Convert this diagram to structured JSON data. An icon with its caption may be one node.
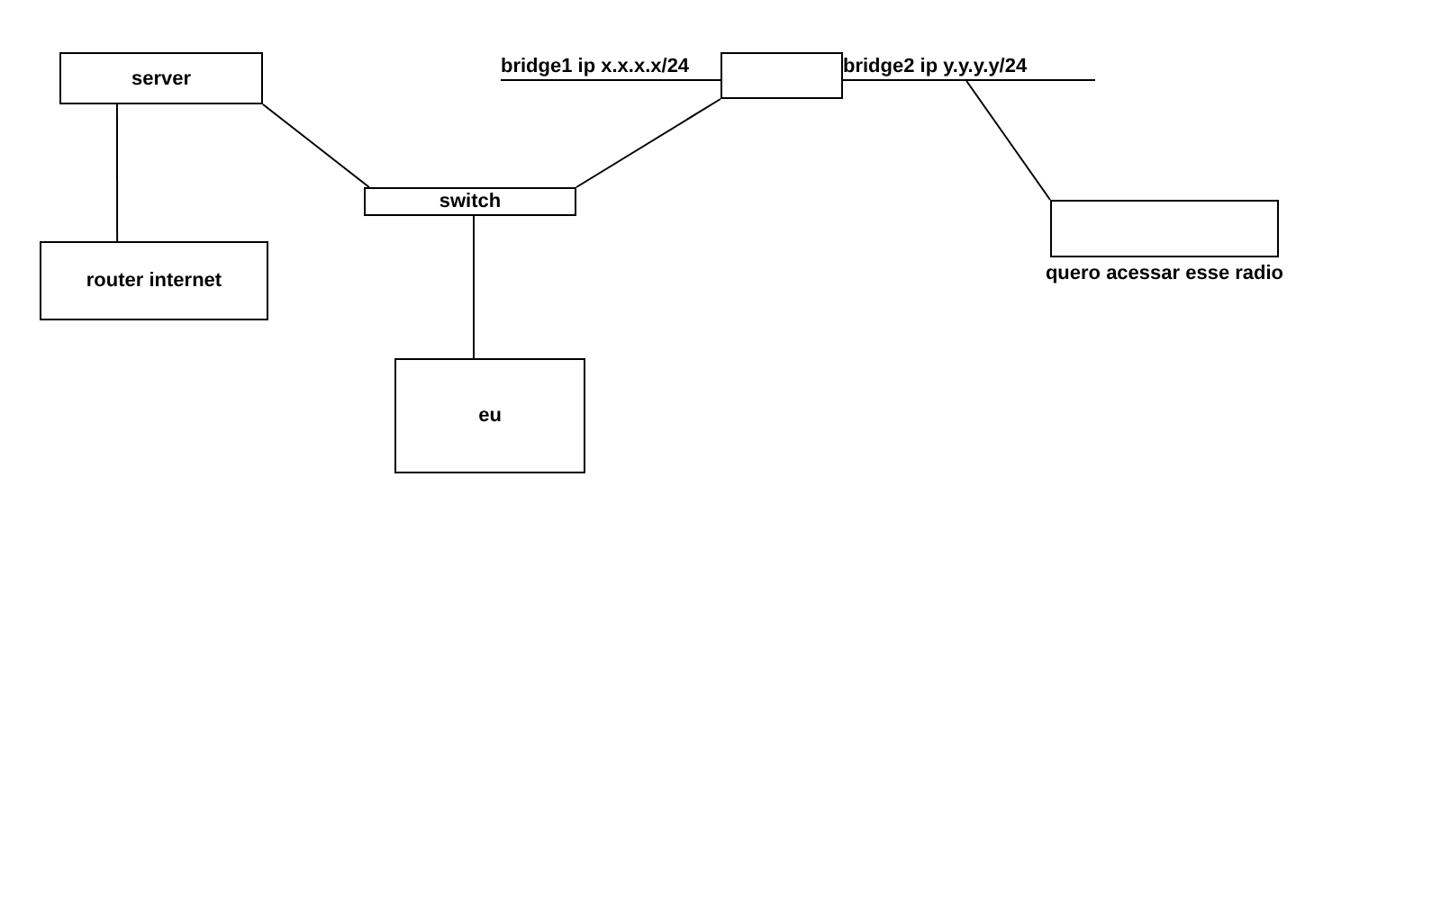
{
  "diagram": {
    "nodes": [
      {
        "text": [
          "server"
        ]
      },
      {
        "text": [
          "router internet"
        ]
      },
      {
        "text": [
          "switch"
        ]
      },
      {
        "text": [
          "eu"
        ]
      },
      {
        "text": [
          "bridge1 ip x.x.x.x/24"
        ]
      },
      {
        "text": [],
        "shape": "box"
      },
      {
        "text": [
          "bridge2 ip y.y.y.y/24"
        ]
      },
      {
        "text": [],
        "shape": "box",
        "beside": [
          "quero acessar esse radio"
        ]
      }
    ],
    "edges": [
      {
        "from": 0,
        "to": 1,
        "arrow": "none"
      },
      {
        "from": 0,
        "to": 2,
        "arrow": "none"
      },
      {
        "from": 2,
        "to": 5,
        "arrow": "none"
      },
      {
        "from": 2,
        "to": 3,
        "arrow": "none"
      },
      {
        "from": 6,
        "to": 7,
        "arrow": "none"
      }
    ]
  }
}
